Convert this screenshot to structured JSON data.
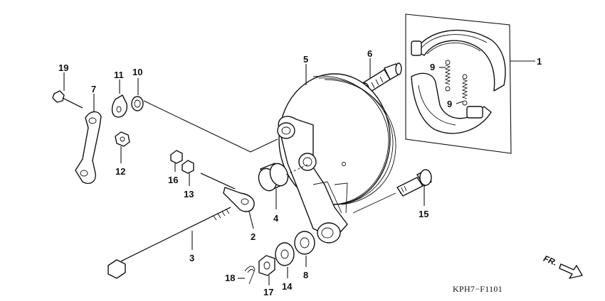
{
  "diagram": {
    "code": "KPH7−F1101",
    "direction_label": "FR.",
    "callouts": [
      {
        "id": "c1",
        "label": "1"
      },
      {
        "id": "c2",
        "label": "2"
      },
      {
        "id": "c3",
        "label": "3"
      },
      {
        "id": "c4",
        "label": "4"
      },
      {
        "id": "c5",
        "label": "5"
      },
      {
        "id": "c6",
        "label": "6"
      },
      {
        "id": "c7",
        "label": "7"
      },
      {
        "id": "c8",
        "label": "8"
      },
      {
        "id": "c9a",
        "label": "9"
      },
      {
        "id": "c9b",
        "label": "9"
      },
      {
        "id": "c10",
        "label": "10"
      },
      {
        "id": "c11",
        "label": "11"
      },
      {
        "id": "c12",
        "label": "12"
      },
      {
        "id": "c13",
        "label": "13"
      },
      {
        "id": "c14",
        "label": "14"
      },
      {
        "id": "c15",
        "label": "15"
      },
      {
        "id": "c16",
        "label": "16"
      },
      {
        "id": "c17",
        "label": "17"
      },
      {
        "id": "c18",
        "label": "18"
      },
      {
        "id": "c19",
        "label": "19"
      }
    ]
  }
}
